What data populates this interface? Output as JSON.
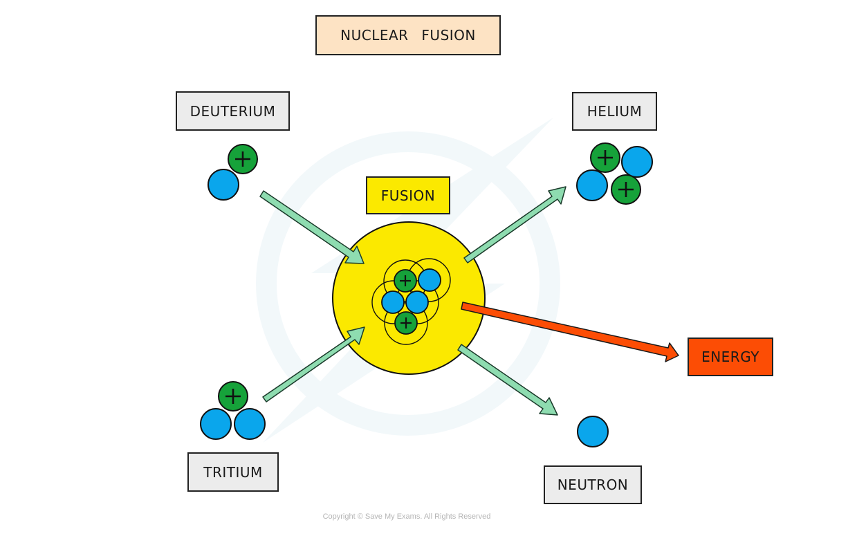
{
  "title": "NUCLEAR  FUSION",
  "process_label": "FUSION",
  "reactants": [
    {
      "name": "DEUTERIUM",
      "protons": 1,
      "neutrons": 1
    },
    {
      "name": "TRITIUM",
      "protons": 1,
      "neutrons": 2
    }
  ],
  "products": [
    {
      "name": "HELIUM",
      "protons": 2,
      "neutrons": 2
    },
    {
      "name": "NEUTRON",
      "protons": 0,
      "neutrons": 1
    },
    {
      "name": "ENERGY"
    }
  ],
  "legend": {
    "proton_symbol": "+",
    "proton_color": "#16a23a",
    "neutron_color": "#0aa6ec"
  },
  "colors": {
    "fusion_core": "#fbe900",
    "reaction_arrow": "#8edcb0",
    "energy_arrow": "#fc4d05",
    "title_bg": "#fde3c4",
    "label_bg": "#ececec"
  },
  "copyright": "Copyright © Save My Exams. All Rights Reserved"
}
